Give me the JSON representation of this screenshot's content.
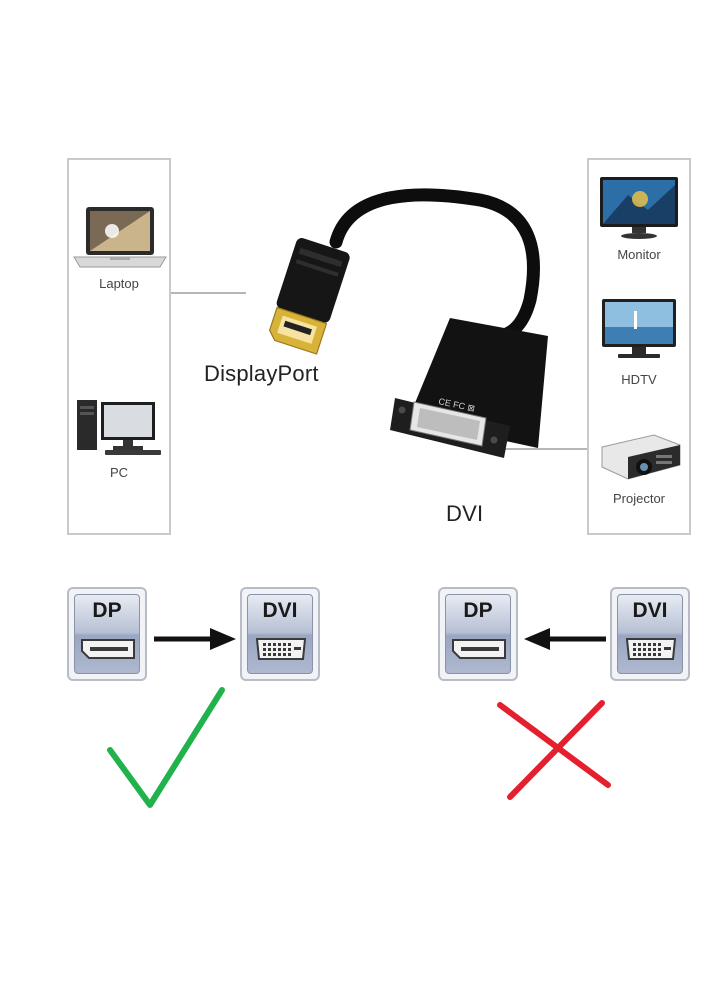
{
  "devices_left": {
    "laptop_label": "Laptop",
    "pc_label": "PC"
  },
  "devices_right": {
    "monitor_label": "Monitor",
    "hdtv_label": "HDTV",
    "projector_label": "Projector"
  },
  "adapter": {
    "input_label": "DisplayPort",
    "output_label": "DVI"
  },
  "direction_valid": {
    "from": "DP",
    "to": "DVI",
    "status": "supported",
    "mark": "check-icon"
  },
  "direction_invalid": {
    "from": "DP",
    "to": "DVI",
    "status": "not-supported",
    "mark": "cross-icon"
  },
  "colors": {
    "check": "#22b24c",
    "cross": "#e5202e",
    "cable": "#111111",
    "gold": "#d9b23a",
    "panel_border": "#c9c9c9"
  }
}
